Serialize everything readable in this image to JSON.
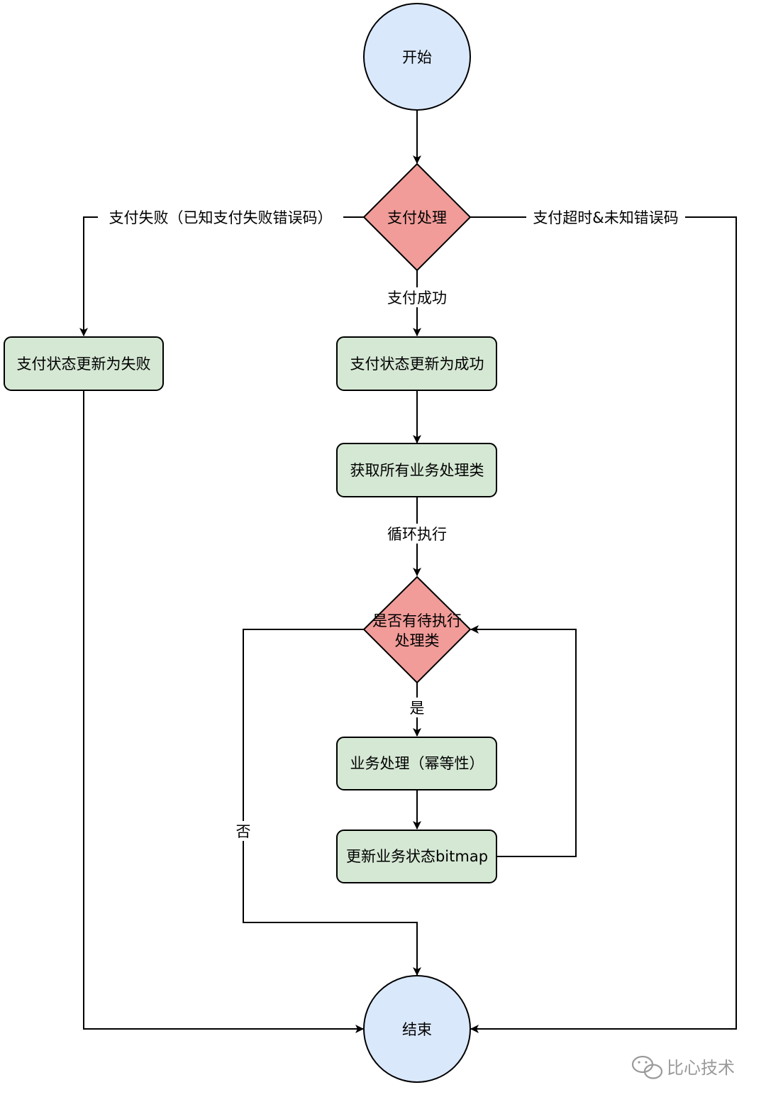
{
  "colors": {
    "circle_fill": "#dae8fc",
    "diamond_fill": "#f19c99",
    "process_fill": "#d5e8d4",
    "stroke": "#000000",
    "watermark": "#9a9a9a"
  },
  "nodes": {
    "start": "开始",
    "decision_payment": "支付处理",
    "update_fail": "支付状态更新为失败",
    "update_success": "支付状态更新为成功",
    "get_handlers": "获取所有业务处理类",
    "decision_pending_line1": "是否有待执行",
    "decision_pending_line2": "处理类",
    "business_process": "业务处理（幂等性）",
    "update_bitmap": "更新业务状态bitmap",
    "end": "结束"
  },
  "edges": {
    "fail_label": "支付失败（已知支付失败错误码）",
    "timeout_label": "支付超时&未知错误码",
    "success_label": "支付成功",
    "loop_label": "循环执行",
    "yes_label": "是",
    "no_label": "否"
  },
  "watermark": {
    "icon": "wechat-icon",
    "text": "比心技术"
  }
}
